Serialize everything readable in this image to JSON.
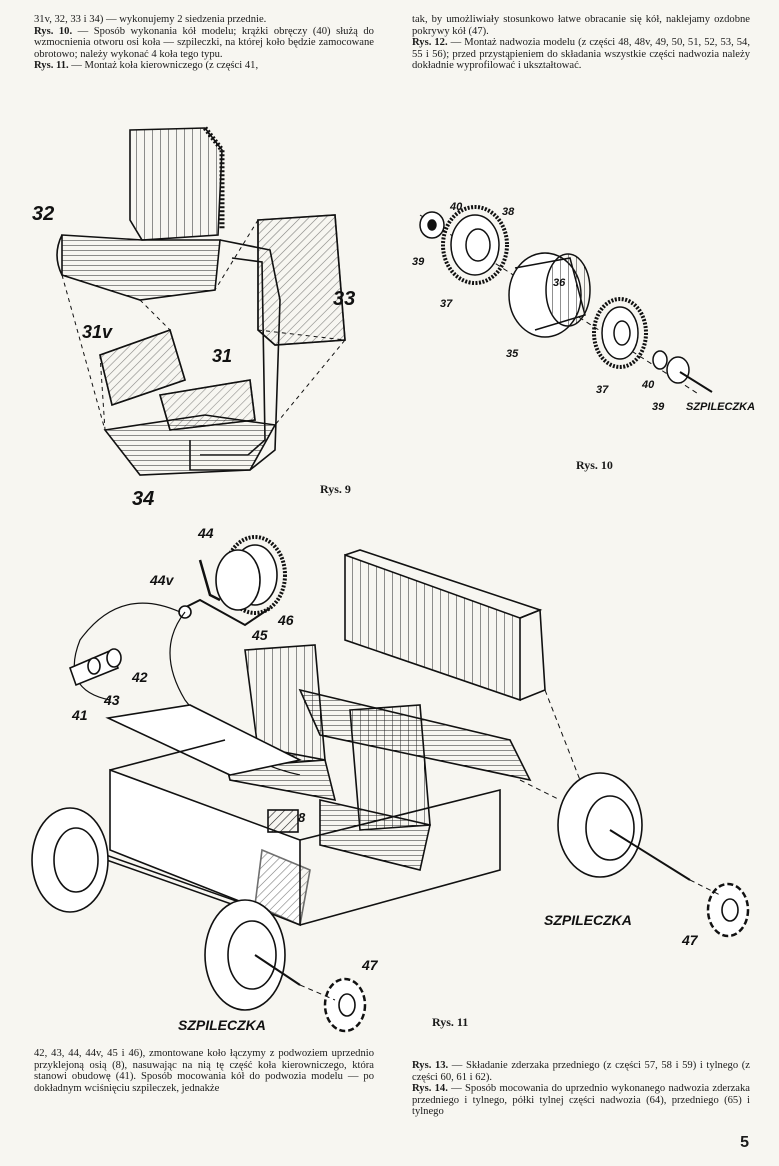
{
  "text": {
    "top_left": {
      "l1": "31v, 32, 33 i 34) — wykonujemy 2 siedzenia przednie.",
      "r10_label": "Rys. 10.",
      "r10_text": " — Sposób wykonania kół modelu; krążki obręczy (40) służą do wzmocnienia otworu osi koła — szpileczki, na której koło będzie zamocowane obrotowo; należy wykonać 4 koła tego typu.",
      "r11_label": "Rys. 11.",
      "r11_text": " — Montaż koła kierowniczego (z części 41,"
    },
    "top_right": {
      "l1": "tak, by umożliwiały stosunkowo łatwe obracanie się kół, naklejamy ozdobne pokrywy kół (47).",
      "r12_label": "Rys. 12.",
      "r12_text": " — Montaż nadwozia modelu (z części 48, 48v, 49, 50, 51, 52, 53, 54, 55 i 56); przed przystąpieniem do składania wszystkie części nadwozia należy dokładnie wyprofilować i ukształtować."
    },
    "bottom_left": {
      "l1": "42, 43, 44, 44v, 45 i 46), zmontowane koło łączymy z podwoziem uprzednio przyklejoną osią (8), nasuwając na nią tę część koła kierowniczego, która stanowi obudowę (41). Sposób mocowania kół do podwozia modelu — po dokładnym wciśnięciu szpileczek, jednakże"
    },
    "bottom_right": {
      "r13_label": "Rys. 13.",
      "r13_text": " — Składanie zderzaka przedniego (z części 57, 58 i 59) i tylnego (z części 60, 61 i 62).",
      "r14_label": "Rys. 14.",
      "r14_text": " — Sposób mocowania do uprzednio wykonanego nadwozia zderzaka przedniego i tylnego, półki tylnej części nadwozia (64), przedniego (65) i tylnego"
    }
  },
  "captions": {
    "rys9": "Rys. 9",
    "rys10": "Rys. 10",
    "rys11": "Rys. 11"
  },
  "labels_fig9": {
    "p32": "32",
    "p33": "33",
    "p31v": "31v",
    "p31": "31",
    "p34": "34"
  },
  "labels_fig10": {
    "p40a": "40",
    "p38": "38",
    "p39a": "39",
    "p36": "36",
    "p37a": "37",
    "p35": "35",
    "p37b": "37",
    "p40b": "40",
    "p39b": "39",
    "szp": "SZPILECZKA"
  },
  "labels_fig11": {
    "p44": "44",
    "p44v": "44v",
    "p46": "46",
    "p45": "45",
    "p42": "42",
    "p43": "43",
    "p41": "41",
    "p8": "8",
    "szp_right": "SZPILECZKA",
    "p47_right": "47",
    "p47_left": "47",
    "szp_left": "SZPILECZKA"
  },
  "page_number": "5"
}
